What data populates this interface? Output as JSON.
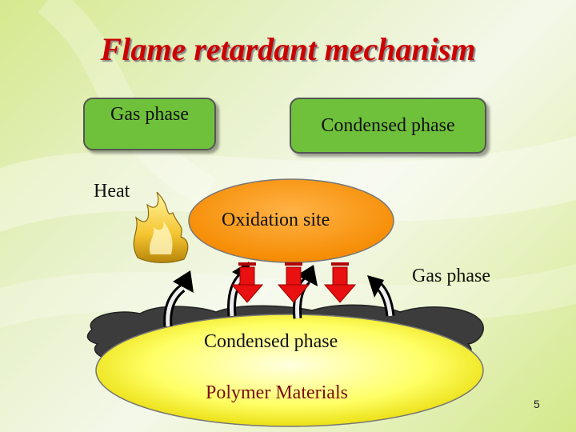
{
  "slide": {
    "title": "Flame retardant mechanism",
    "page_number": "5"
  },
  "boxes": {
    "gas_phase_top": "Gas phase",
    "condensed_phase_top": "Condensed phase"
  },
  "labels": {
    "heat": "Heat",
    "oxidation_site": "Oxidation site",
    "gas_phase": "Gas phase",
    "condensed_phase": "Condensed phase",
    "polymer_materials": "Polymer Materials"
  },
  "colors": {
    "title": "#cc0000",
    "phase_box": "#6fc13b",
    "oxidation_site": "#ff9a1a",
    "polymer": "#ffff66",
    "char_layer": "#3c3c3c",
    "down_arrow": "#e81010"
  }
}
